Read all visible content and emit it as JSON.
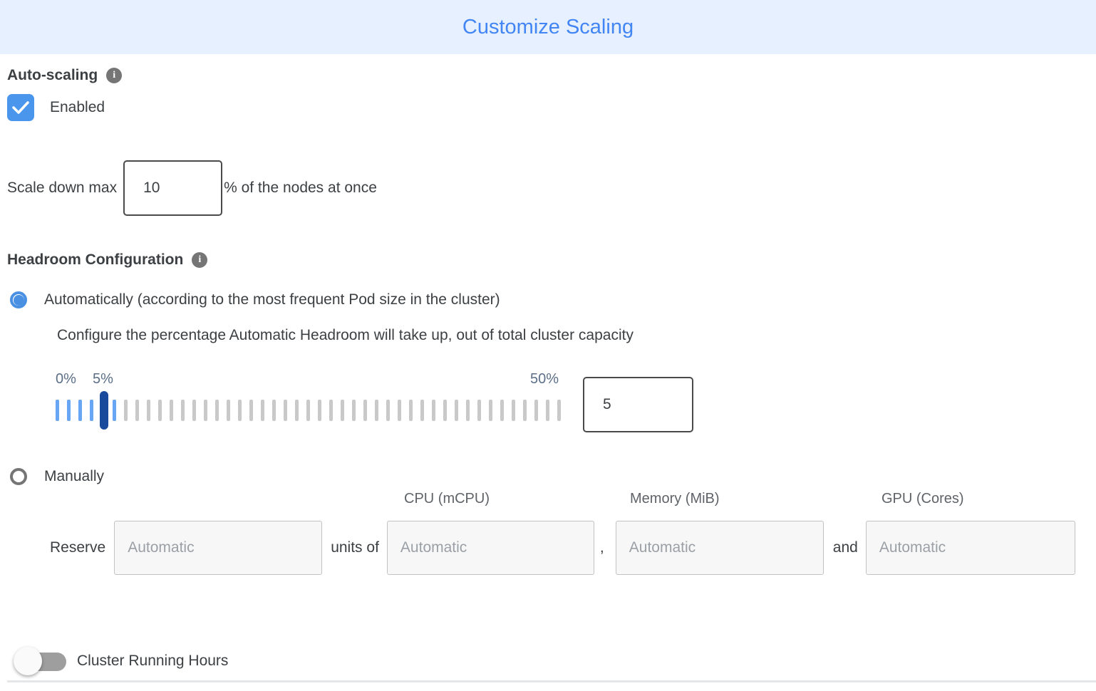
{
  "header": {
    "title": "Customize Scaling"
  },
  "auto_scaling": {
    "section_label": "Auto-scaling",
    "checkbox_checked": true,
    "enabled_label": "Enabled"
  },
  "scale_down": {
    "prefix_label": "Scale down max",
    "value": "10",
    "suffix_label": "% of the nodes at once"
  },
  "headroom": {
    "section_label": "Headroom Configuration",
    "auto_option_label": "Automatically (according to the most frequent Pod size in the cluster)",
    "auto_option_selected": true,
    "auto_description": "Configure the percentage Automatic Headroom will take up, out of total cluster capacity",
    "slider": {
      "min_label": "0%",
      "current_label": "5%",
      "max_label": "50%",
      "value": "5",
      "tick_count": 45,
      "active_ticks": 6
    },
    "manual_option_label": "Manually",
    "manual_option_selected": false
  },
  "manual_reserve": {
    "column_headers": {
      "cpu": "CPU (mCPU)",
      "memory": "Memory (MiB)",
      "gpu": "GPU (Cores)"
    },
    "reserve_label": "Reserve",
    "units_of_label": "units of",
    "comma_label": ",",
    "and_label": "and",
    "fields": {
      "amount_placeholder": "Automatic",
      "cpu_placeholder": "Automatic",
      "memory_placeholder": "Automatic",
      "gpu_placeholder": "Automatic"
    }
  },
  "cluster_running_hours": {
    "label": "Cluster Running Hours",
    "toggle_on": false
  },
  "colors": {
    "header_bg": "#e7f0fe",
    "header_text": "#4285f4",
    "accent_blue": "#4a90e2",
    "slider_tick_active": "#68a5f5",
    "slider_tick_inactive": "#c9c9c9",
    "slider_thumb": "#1a4a9c",
    "label_slate": "#5c6f87",
    "text_primary": "#3c4043",
    "input_border_dark": "#4a4a4a",
    "input_bg_disabled": "#f7f7f7",
    "placeholder_gray": "#9aa0a6",
    "toggle_track_off": "#9e9e9e"
  }
}
